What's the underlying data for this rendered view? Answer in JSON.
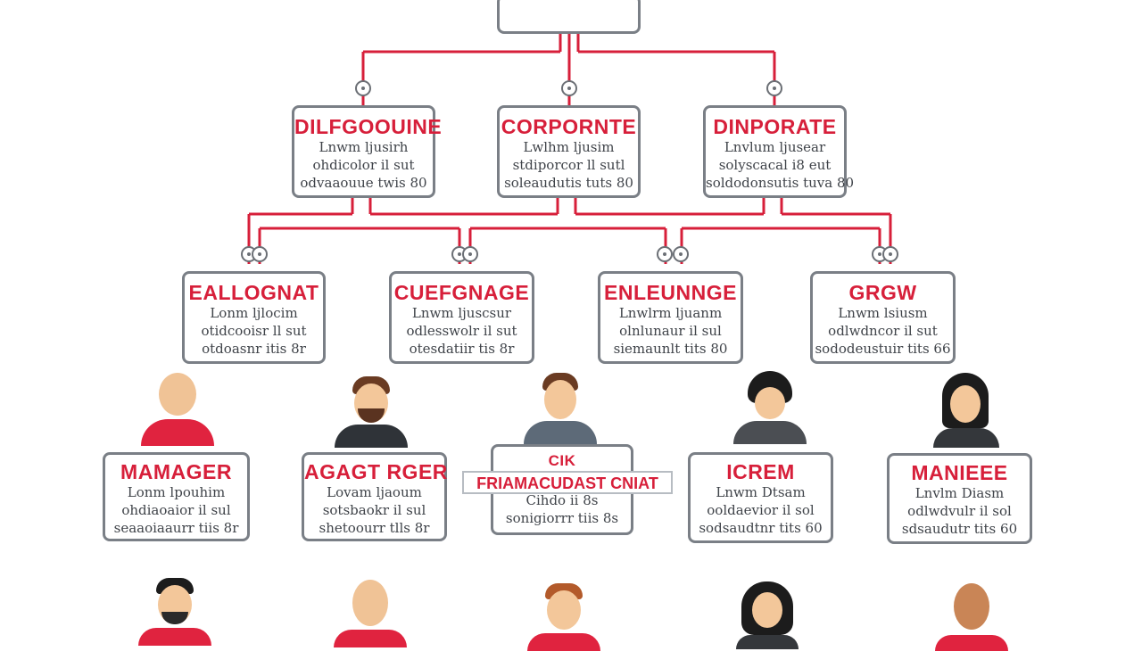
{
  "diagram": {
    "top_node": {
      "label": ""
    },
    "level1": [
      {
        "title": "DILFGOOUINE",
        "lines": [
          "Lnwm   ljusirh",
          "ohdicolor  il  sut",
          "odvaaouue  twis  80"
        ]
      },
      {
        "title": "CORPORNTE",
        "lines": [
          "Lwlhm   ljusim",
          "stdiporcor  ll  sutl",
          "soleaudutis  tuts  80"
        ]
      },
      {
        "title": "DINPORATE",
        "lines": [
          "Lnvlum   ljusear",
          "solyscacal  i8  eut",
          "soldodonsutis  tuva 80"
        ]
      }
    ],
    "level2": [
      {
        "title": "EALLOGNAT",
        "lines": [
          "Lonm   ljlocim",
          "otidcooisr  ll  sut",
          "otdoasnr  itis  8r"
        ]
      },
      {
        "title": "CUEFGNAGE",
        "lines": [
          "Lnwm   ljuscsur",
          "odlesswolr  il  sut",
          "otesdatiir  tis  8r"
        ]
      },
      {
        "title": "ENLEUNNGE",
        "lines": [
          "Lnwlrm   ljuanm",
          "olnlunaur  il  sul",
          "siemaunlt  tits  80"
        ]
      },
      {
        "title": "GRGW",
        "lines": [
          "Lnwm   lsiusm",
          "odlwdncor  il  sut",
          "sododeustuir  tits  66"
        ]
      }
    ],
    "level3": [
      {
        "title": "MAMAGER",
        "lines": [
          "Lonm   lpouhim",
          "ohdiaoaior  il  sul",
          "seaaoiaaurr  tiis  8r"
        ]
      },
      {
        "title": "AGAGT RGER",
        "lines": [
          "Lovam   ljaoum",
          "sotsbaokr  il  sul",
          "shetoourr  tlls  8r"
        ]
      },
      {
        "title": "CIK",
        "lines": [
          "Cihdo  ii  8s",
          "sonigiorrr  tiis  8s"
        ]
      },
      {
        "title": "ICREM",
        "lines": [
          "Lnwm   Dtsam",
          "ooldaevior  il  sol",
          "sodsaudtnr  tits  60"
        ]
      },
      {
        "title": "MANIEEE",
        "lines": [
          "Lnvlm   Diasm",
          "odlwdvulr  il  sol",
          "sdsaudutr  tits  60"
        ]
      }
    ],
    "banner": "FRIAMACUDAST  CNIAT"
  },
  "colors": {
    "accent": "#d71f3a",
    "connector": "#d71f3a",
    "border": "#7a7f86"
  }
}
